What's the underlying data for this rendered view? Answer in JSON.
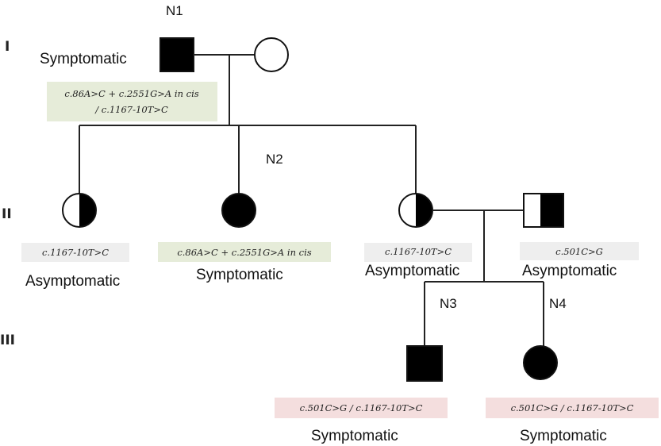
{
  "generations": [
    "I",
    "II",
    "III"
  ],
  "ids": {
    "n1": "N1",
    "n2": "N2",
    "n3": "N3",
    "n4": "N4"
  },
  "status": {
    "symptomatic": "Symptomatic",
    "asymptomatic": "Asymptomatic"
  },
  "genotypes": {
    "n1_line1": "c.86A>C + c.2551G>A in cis",
    "n1_line2": "/ c.1167-10T>C",
    "ii1": "c.1167-10T>C",
    "n2": "c.86A>C + c.2551G>A in cis",
    "ii3": "c.1167-10T>C",
    "ii4": "c.501C>G",
    "n3": "c.501C>G / c.1167-10T>C",
    "n4": "c.501C>G / c.1167-10T>C"
  },
  "colors": {
    "green_box": "#e6ecd9",
    "gray_box": "#eeeeee",
    "pink_box": "#f4dede",
    "affected_fill": "#000000"
  }
}
